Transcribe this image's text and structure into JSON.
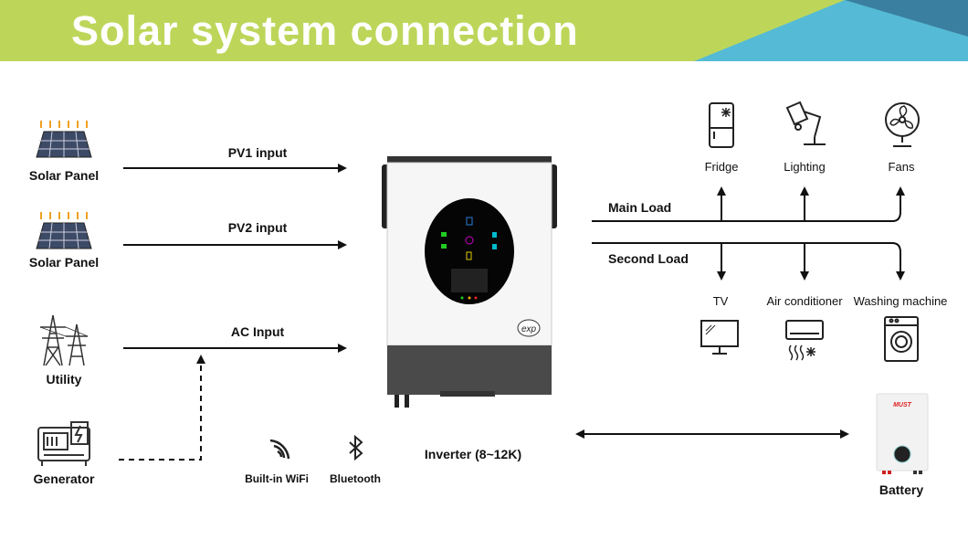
{
  "header": {
    "title": "Solar system connection",
    "colors": {
      "band": "#bdd65a",
      "accent_light": "#55bad5",
      "accent_dark": "#3a7fa0"
    }
  },
  "sources": [
    {
      "label": "Solar Panel",
      "icon": "solar-panel-icon",
      "input": "PV1 input"
    },
    {
      "label": "Solar Panel",
      "icon": "solar-panel-icon",
      "input": "PV2 input"
    },
    {
      "label": "Utility",
      "icon": "power-tower-icon",
      "input": "AC Input"
    },
    {
      "label": "Generator",
      "icon": "generator-icon"
    }
  ],
  "inverter": {
    "label": "Inverter (8~12K)",
    "brand": "exp"
  },
  "connectivity": [
    {
      "label": "Built-in WiFi",
      "icon": "wifi-icon"
    },
    {
      "label": "Bluetooth",
      "icon": "bluetooth-icon"
    }
  ],
  "loads": {
    "main_label": "Main Load",
    "second_label": "Second Load",
    "main_items": [
      {
        "label": "Fridge",
        "icon": "fridge-icon"
      },
      {
        "label": "Lighting",
        "icon": "lamp-icon"
      },
      {
        "label": "Fans",
        "icon": "fan-icon"
      }
    ],
    "second_items": [
      {
        "label": "TV",
        "icon": "tv-icon"
      },
      {
        "label": "Air conditioner",
        "icon": "air-conditioner-icon"
      },
      {
        "label": "Washing machine",
        "icon": "washing-machine-icon"
      }
    ]
  },
  "battery": {
    "label": "Battery",
    "brand": "MUST"
  }
}
